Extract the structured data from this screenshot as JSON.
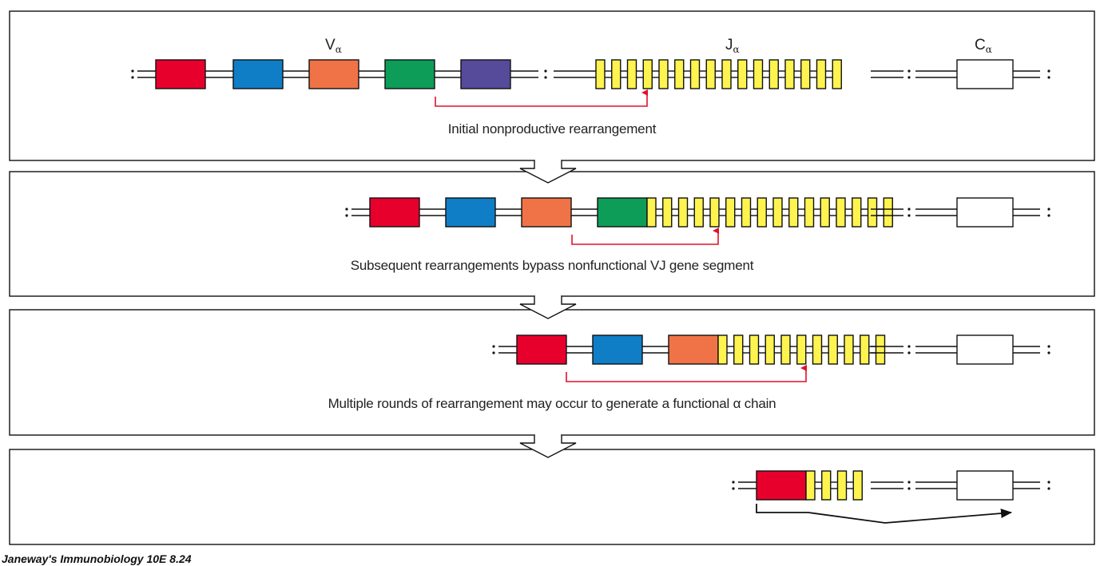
{
  "colors": {
    "v_segments": [
      "#e8002d",
      "#0f7ec6",
      "#f07347",
      "#0d9d58",
      "#564a9b"
    ],
    "j_segment": "#fff44f",
    "c_segment": "#ffffff",
    "rearrangement_arrow": "#e0102b",
    "transcript_arrow": "#111111",
    "strand": "#111111"
  },
  "labels": {
    "v_alpha": "V",
    "j_alpha": "J",
    "c_alpha": "C",
    "alpha_subscript": "α"
  },
  "panels": [
    {
      "caption": "Initial nonproductive rearrangement",
      "v_count": 5,
      "j_count": 16
    },
    {
      "caption": "Subsequent rearrangements bypass nonfunctional VJ gene segment",
      "v_count": 4,
      "j_count": 16
    },
    {
      "caption": "Multiple rounds of rearrangement may occur to generate a functional α chain",
      "v_count": 3,
      "j_count": 11
    },
    {
      "caption": "",
      "v_count": 1,
      "j_count": 4
    }
  ],
  "footer": "Janeway's Immunobiology 10E  8.24"
}
